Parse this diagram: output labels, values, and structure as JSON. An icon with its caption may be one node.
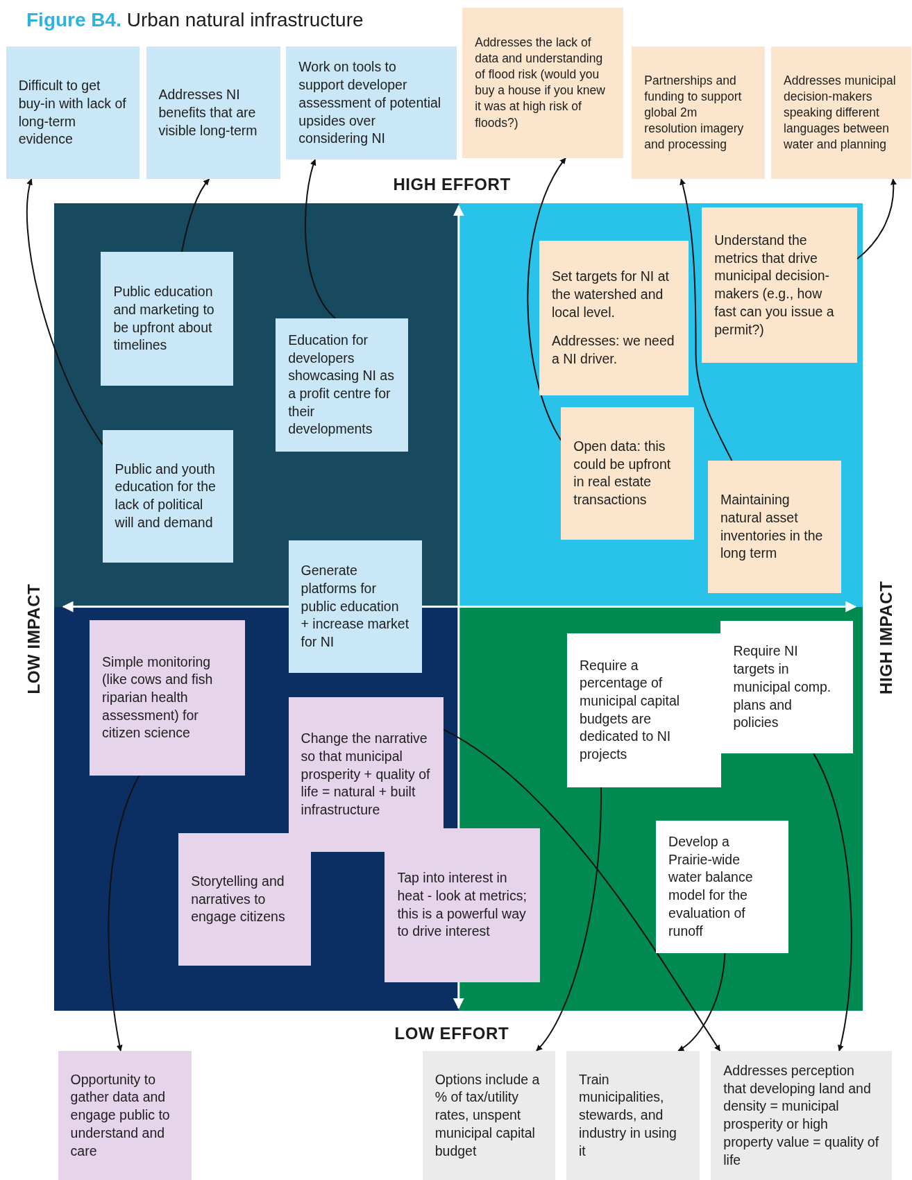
{
  "diagram": {
    "title": "**Figure B4.** Urban natural infrastructure",
    "nodes": [
      {
        "text": [
          "Difficult to get buy-in with lack of long-term evidence"
        ]
      },
      {
        "text": [
          "Addresses NI benefits that are visible long-term"
        ]
      },
      {
        "text": [
          "Work on tools to support developer assessment of potential upsides over considering NI"
        ]
      },
      {
        "text": [
          "Addresses the lack of data and understanding of flood risk (would you buy a house if you knew it was at high risk of floods?)"
        ]
      },
      {
        "text": [
          "Partnerships and funding to support global 2m resolution imagery and processing"
        ]
      },
      {
        "text": [
          "Addresses municipal decision-makers speaking different languages between water and planning"
        ]
      },
      {
        "text": [
          "Public education and marketing to be upfront about timelines"
        ]
      },
      {
        "text": [
          "Education for developers showcasing NI as a profit centre for their developments"
        ]
      },
      {
        "text": [
          "Public and youth education for the lack of political will and demand"
        ]
      },
      {
        "text": [
          "Generate platforms for public education + increase market for NI"
        ]
      },
      {
        "text": [
          "Set targets for NI at the watershed and local level.",
          "Addresses: we need a NI driver."
        ]
      },
      {
        "text": [
          "Understand the metrics that drive municipal decision-makers (e.g., how fast can you issue a permit?)"
        ]
      },
      {
        "text": [
          "Open data: this could be upfront in real estate transactions"
        ]
      },
      {
        "text": [
          "Maintaining natural asset inventories in the long term"
        ]
      },
      {
        "text": [
          "Simple monitoring (like cows and fish riparian health assessment) for citizen science"
        ]
      },
      {
        "text": [
          "Change the narrative so that municipal prosperity + quality of life = natural + built infrastructure"
        ]
      },
      {
        "text": [
          "Storytelling and narratives to engage citizens"
        ]
      },
      {
        "text": [
          "Tap into interest in heat - look at metrics; this is a powerful way to drive interest"
        ]
      },
      {
        "text": [
          "Require a percentage of municipal capital budgets are dedicated to NI projects"
        ]
      },
      {
        "text": [
          "Require NI targets in municipal comp. plans and policies"
        ]
      },
      {
        "text": [
          "Develop a Prairie-wide water balance model for the evaluation of runoff"
        ]
      },
      {
        "text": [
          "Opportunity to gather data and engage public to understand and care"
        ]
      },
      {
        "text": [
          "Options include a % of tax/utility rates, unspent municipal capital budget"
        ]
      },
      {
        "text": [
          "Train municipalities, stewards, and industry in using it"
        ]
      },
      {
        "text": [
          "Addresses perception that developing land and density = municipal prosperity or high property value = quality of life"
        ]
      }
    ],
    "edges": [
      {
        "from": 8,
        "to": 0,
        "arrow": "to"
      },
      {
        "from": 6,
        "to": 1,
        "arrow": "to"
      },
      {
        "from": 7,
        "to": 2,
        "arrow": "to"
      },
      {
        "from": 12,
        "to": 3,
        "arrow": "to"
      },
      {
        "from": 13,
        "to": 4,
        "arrow": "to"
      },
      {
        "from": 11,
        "to": 5,
        "arrow": "to"
      },
      {
        "from": 14,
        "to": 21,
        "arrow": "to"
      },
      {
        "from": 18,
        "to": 22,
        "arrow": "to"
      },
      {
        "from": 20,
        "to": 23,
        "arrow": "to"
      },
      {
        "from": 15,
        "to": 24,
        "arrow": "to"
      },
      {
        "from": 19,
        "to": 24,
        "arrow": "to"
      }
    ],
    "labels": [
      "HIGH EFFORT",
      "LOW EFFORT",
      "LOW IMPACT",
      "HIGH IMPACT"
    ]
  }
}
